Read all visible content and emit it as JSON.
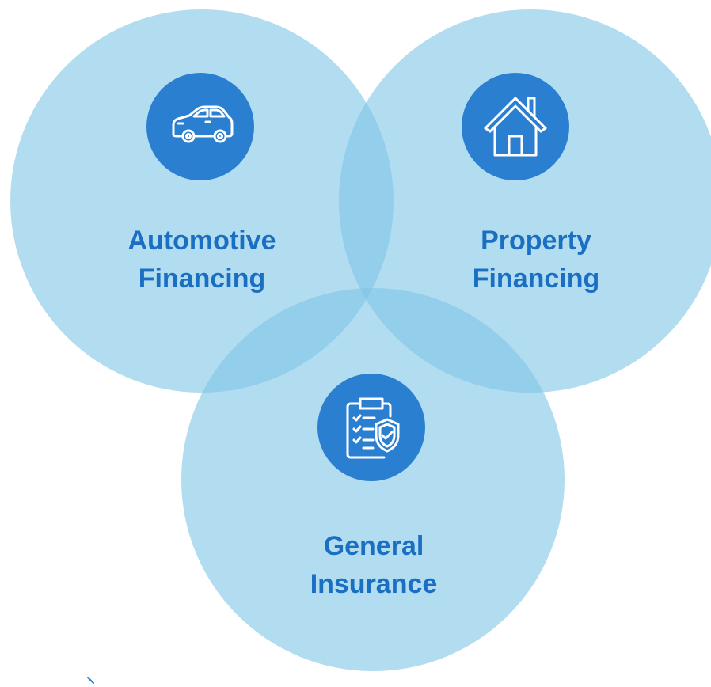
{
  "colors": {
    "circle_fill": "#7fc4e6",
    "badge_fill": "#2b7fd0",
    "icon_stroke": "#ffffff",
    "label_text": "#1a6fc2"
  },
  "sets": [
    {
      "id": "auto",
      "icon": "car-icon",
      "label_line1": "Automotive",
      "label_line2": "Financing"
    },
    {
      "id": "prop",
      "icon": "house-icon",
      "label_line1": "Property",
      "label_line2": "Financing"
    },
    {
      "id": "ins",
      "icon": "clipboard-shield-icon",
      "label_line1": "General",
      "label_line2": "Insurance"
    }
  ]
}
